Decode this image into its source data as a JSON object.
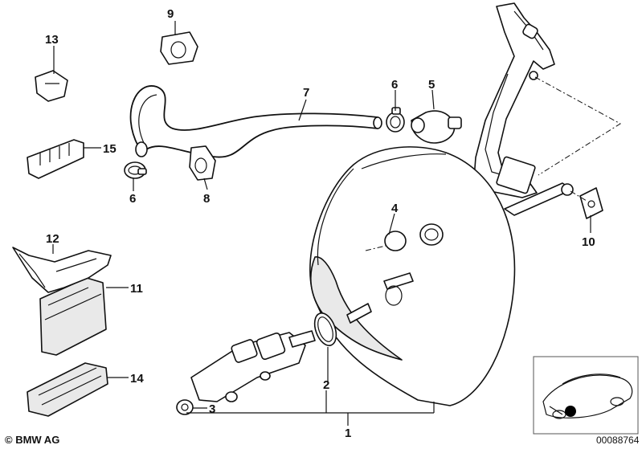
{
  "callouts": {
    "c1": "1",
    "c2": "2",
    "c3": "3",
    "c4": "4",
    "c5": "5",
    "c6a": "6",
    "c6b": "6",
    "c7": "7",
    "c8": "8",
    "c9": "9",
    "c10": "10",
    "c11": "11",
    "c12": "12",
    "c13": "13",
    "c14": "14",
    "c15": "15"
  },
  "footer": {
    "copyright": "© BMW AG",
    "doc_number": "00088764"
  }
}
